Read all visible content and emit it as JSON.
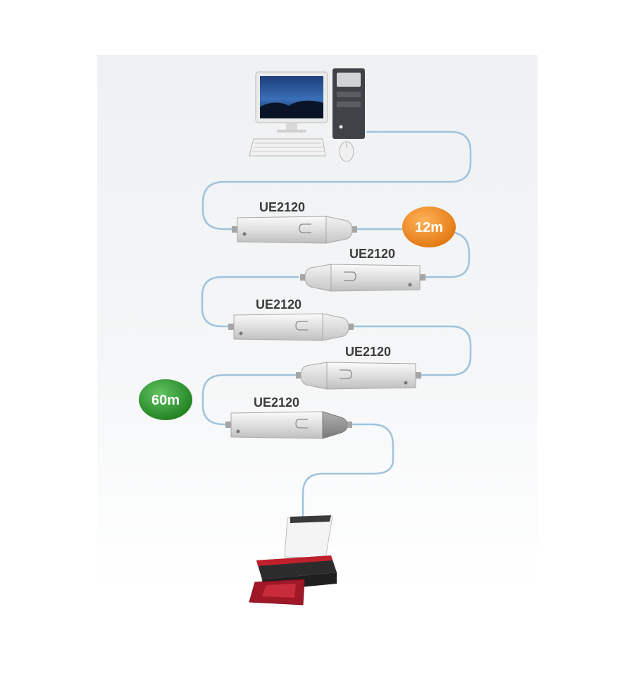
{
  "devices": [
    {
      "model": "UE2120"
    },
    {
      "model": "UE2120"
    },
    {
      "model": "UE2120"
    },
    {
      "model": "UE2120"
    },
    {
      "model": "UE2120"
    }
  ],
  "badges": {
    "segment": {
      "text": "12m",
      "color": "#f08a1c"
    },
    "total": {
      "text": "60m",
      "color": "#2e9a2e"
    }
  },
  "colors": {
    "cable": "#9fc3dd",
    "device_body": "#e4e4e4",
    "printer_accent": "#c0202c"
  },
  "icons": [
    "computer-monitor-icon",
    "pc-tower-icon",
    "keyboard-icon",
    "mouse-icon",
    "printer-icon"
  ]
}
